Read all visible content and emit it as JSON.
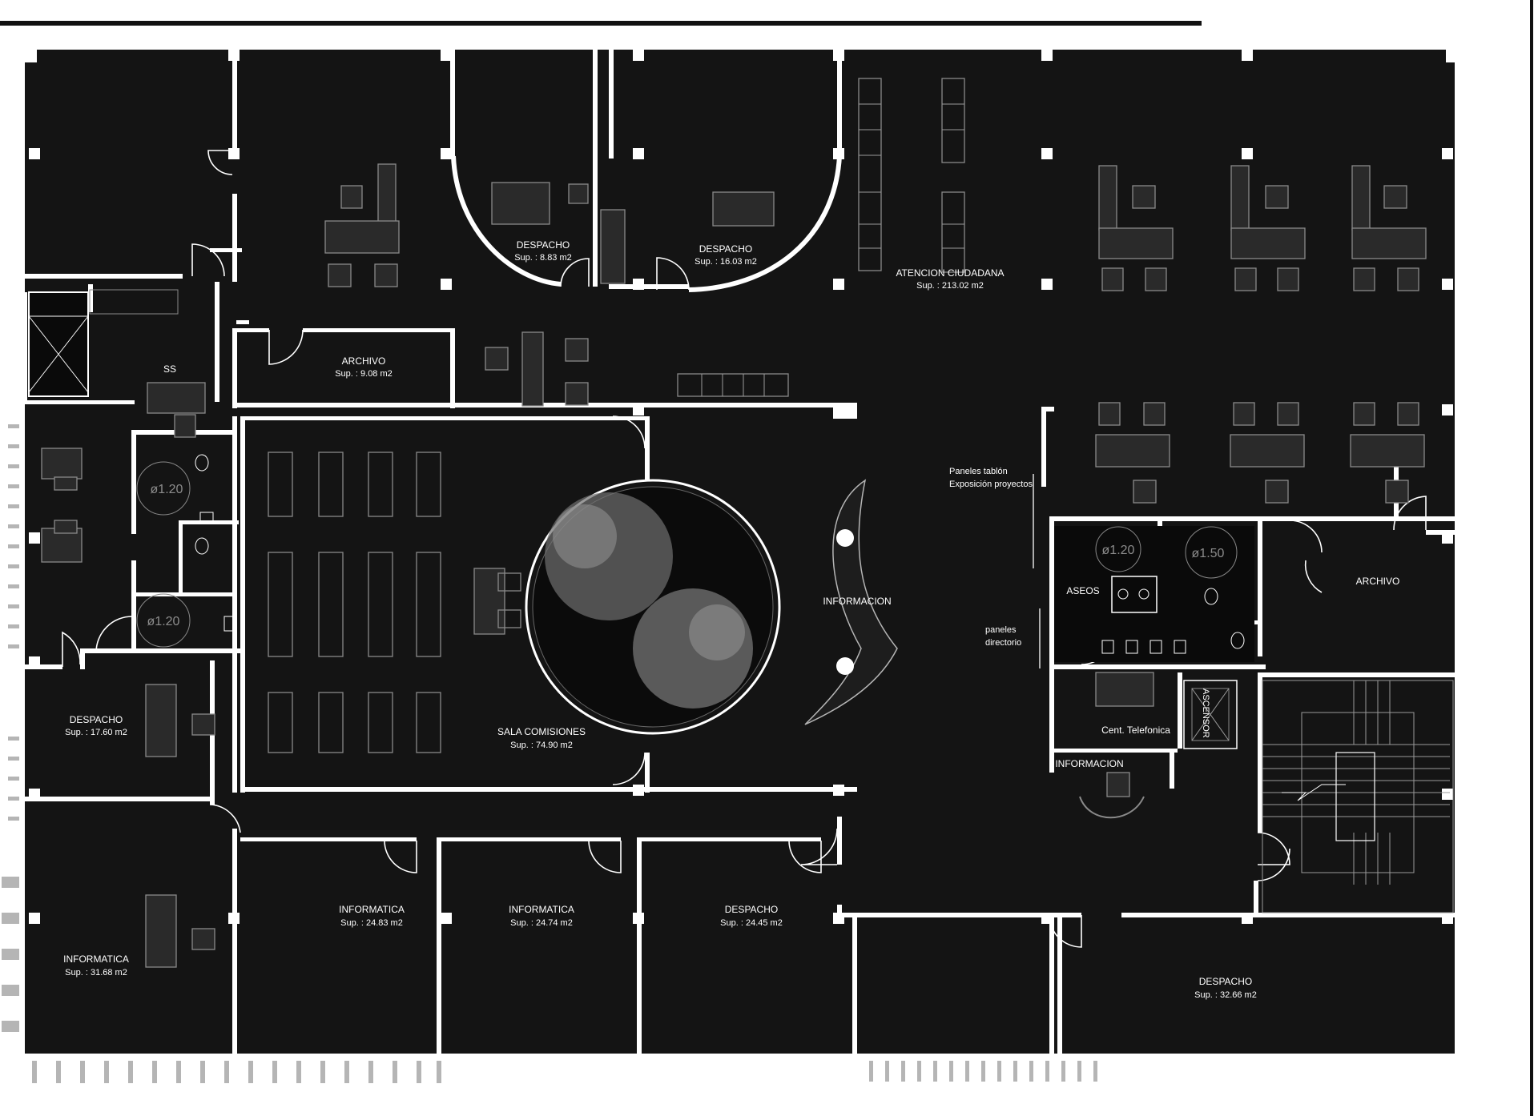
{
  "rooms": {
    "despacho_arc_left": {
      "name": "DESPACHO",
      "area": "Sup. : 8.83 m2"
    },
    "despacho_arc_right": {
      "name": "DESPACHO",
      "area": "Sup. : 16.03 m2"
    },
    "atencion": {
      "name": "ATENCION CIUDADANA",
      "area": "Sup. : 213.02 m2"
    },
    "archivo_top": {
      "name": "ARCHIVO",
      "area": "Sup. : 9.08 m2"
    },
    "ss": {
      "name": "SS"
    },
    "sala_comisiones": {
      "name": "SALA COMISIONES",
      "area": "Sup. : 74.90 m2"
    },
    "informacion_center": {
      "name": "INFORMACION"
    },
    "despacho_left_mid": {
      "name": "DESPACHO",
      "area": "Sup. : 17.60 m2"
    },
    "informatica_left": {
      "name": "INFORMATICA",
      "area": "Sup. : 31.68 m2"
    },
    "informatica_1": {
      "name": "INFORMATICA",
      "area": "Sup. : 24.83 m2"
    },
    "informatica_2": {
      "name": "INFORMATICA",
      "area": "Sup. : 24.74 m2"
    },
    "despacho_bottom_mid": {
      "name": "DESPACHO",
      "area": "Sup. : 24.45 m2"
    },
    "despacho_bottom_right": {
      "name": "DESPACHO",
      "area": "Sup. : 32.66 m2"
    },
    "archivo_right": {
      "name": "ARCHIVO"
    },
    "aseos": {
      "name": "ASEOS"
    },
    "cent_telefonica": {
      "name": "Cent. Telefonica"
    },
    "informacion_right": {
      "name": "INFORMACION"
    },
    "ascensor": {
      "name": "ASCENSOR"
    }
  },
  "annotations": {
    "paneles_tablon": "Paneles tablón",
    "exposicion": "Exposición proyectos",
    "paneles": "paneles",
    "directorio": "directorio"
  },
  "turning_circles": [
    "ø1.20",
    "ø1.20",
    "ø1.20",
    "ø1.50"
  ],
  "colors": {
    "background": "#141414",
    "wall": "#ffffff",
    "furniture": "#8a8a8a"
  }
}
